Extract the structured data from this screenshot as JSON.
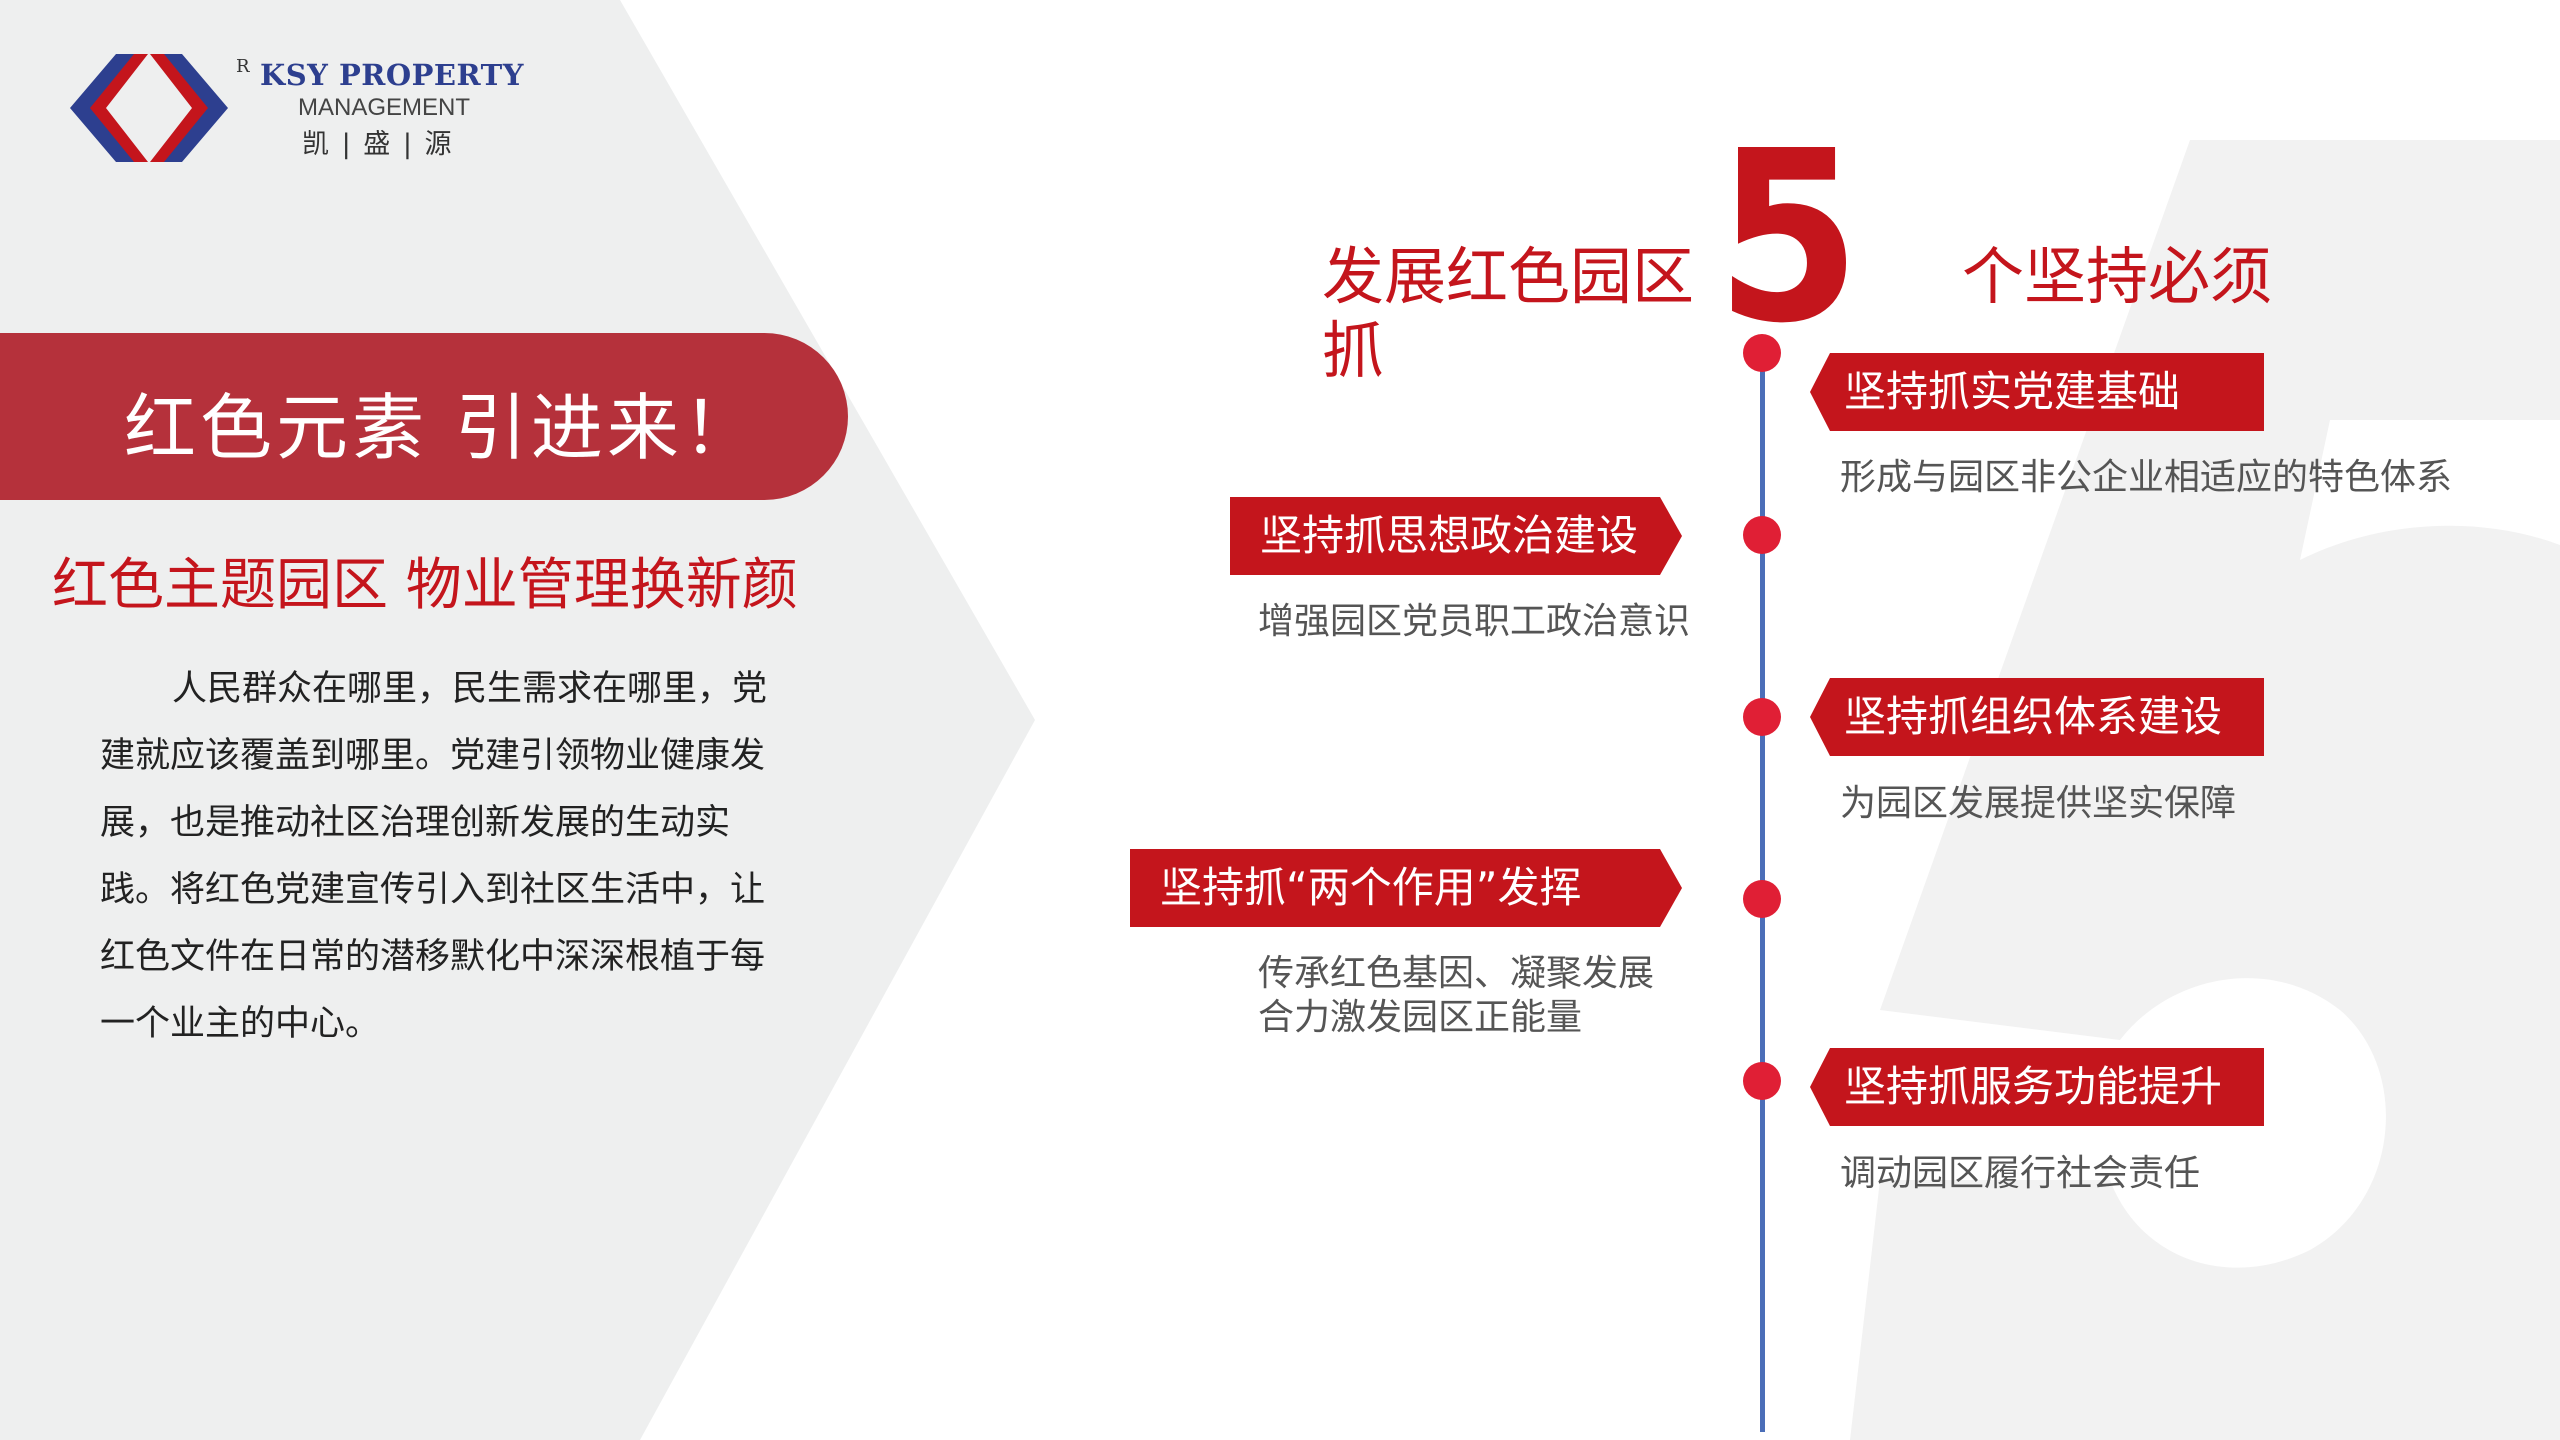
{
  "logo": {
    "registered_mark": "R",
    "name_en": "KSY PROPERTY",
    "name_sub": "MANAGEMENT",
    "name_cn": "凯 | 盛 | 源"
  },
  "banner": {
    "title": "红色元素  引进来！"
  },
  "subtitle": "红色主题园区  物业管理换新颜",
  "paragraph": "人民群众在哪里，民生需求在哪里，党建就应该覆盖到哪里。党建引领物业健康发展，也是推动社区治理创新发展的生动实践。将红色党建宣传引入到社区生活中，让红色文件在日常的潜移默化中深深根植于每一个业主的中心。",
  "headline": {
    "part1": "发展红色园区",
    "part2": "抓",
    "number": "5",
    "part3": "个坚持必须"
  },
  "items": [
    {
      "tag": "坚持抓实党建基础",
      "desc": [
        "形成与园区非公企业相适应的特色体系"
      ]
    },
    {
      "tag": "坚持抓思想政治建设",
      "desc": [
        "增强园区党员职工政治意识"
      ]
    },
    {
      "tag": "坚持抓组织体系建设",
      "desc": [
        "为园区发展提供坚实保障"
      ]
    },
    {
      "tag": "坚持抓“两个作用”发挥",
      "desc": [
        "传承红色基因、凝聚发展",
        "合力激发园区正能量"
      ]
    },
    {
      "tag": "坚持抓服务功能提升",
      "desc": [
        "调动园区履行社会责任"
      ]
    }
  ],
  "colors": {
    "accent_red": "#c4151c",
    "banner_red": "#b5313b",
    "dot_red": "#e01f35",
    "timeline_blue": "#4b6eb8",
    "logo_blue": "#2d3f8f",
    "panel_gray": "#eeeeee"
  }
}
